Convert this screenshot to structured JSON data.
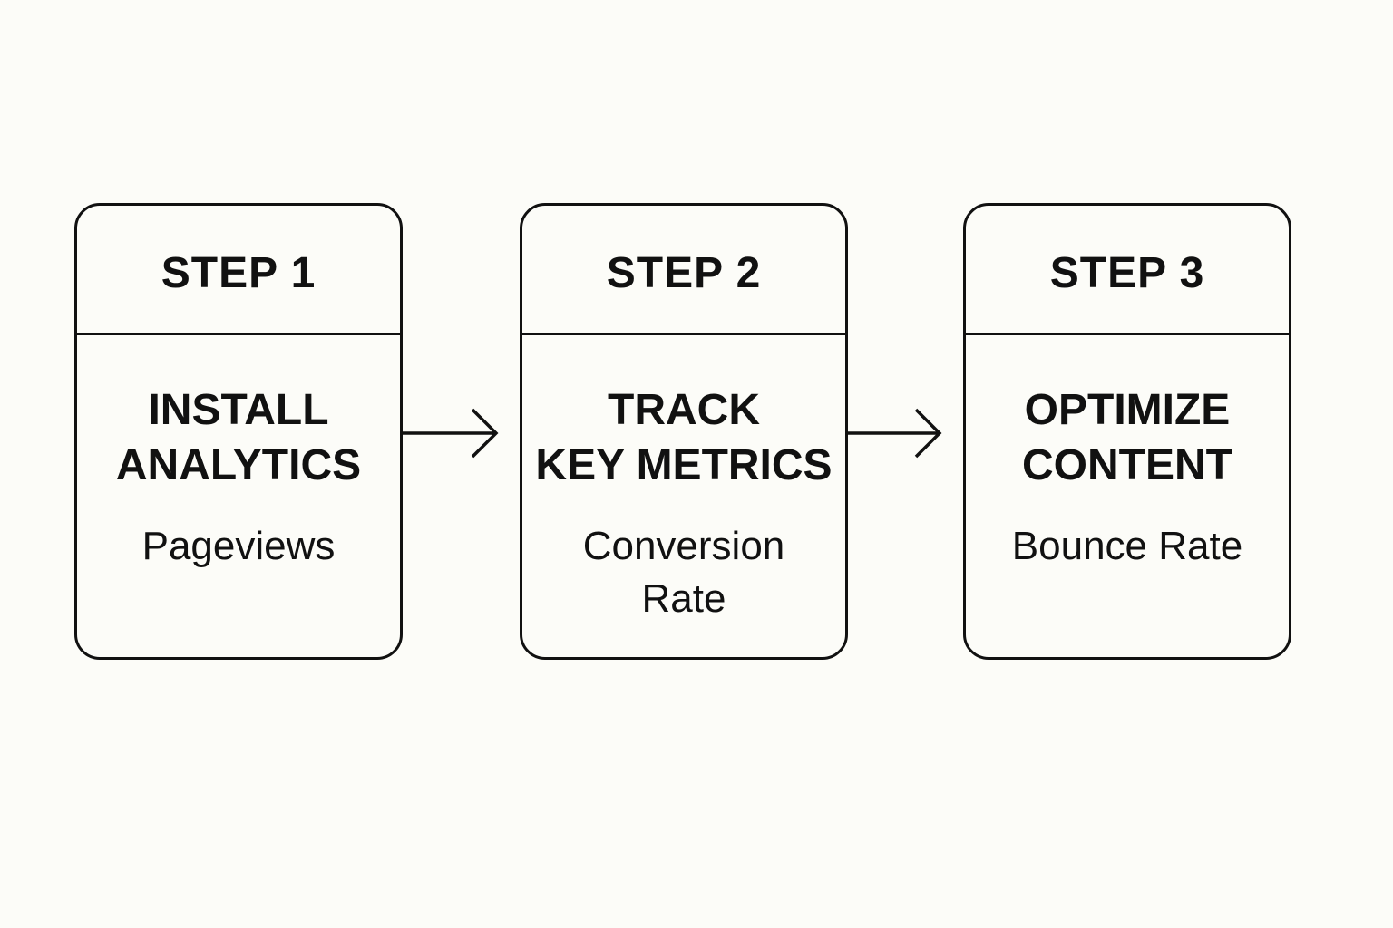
{
  "steps": [
    {
      "label": "STEP 1",
      "title": "INSTALL\nANALYTICS",
      "metric": "Pageviews"
    },
    {
      "label": "STEP 2",
      "title": "TRACK\nKEY METRICS",
      "metric": "Conversion\nRate"
    },
    {
      "label": "STEP 3",
      "title": "OPTIMIZE\nCONTENT",
      "metric": "Bounce Rate"
    }
  ],
  "colors": {
    "background": "#fcfcf8",
    "stroke": "#111111"
  },
  "icons": {
    "arrow_1": "arrow-right-icon",
    "arrow_2": "arrow-right-icon"
  }
}
